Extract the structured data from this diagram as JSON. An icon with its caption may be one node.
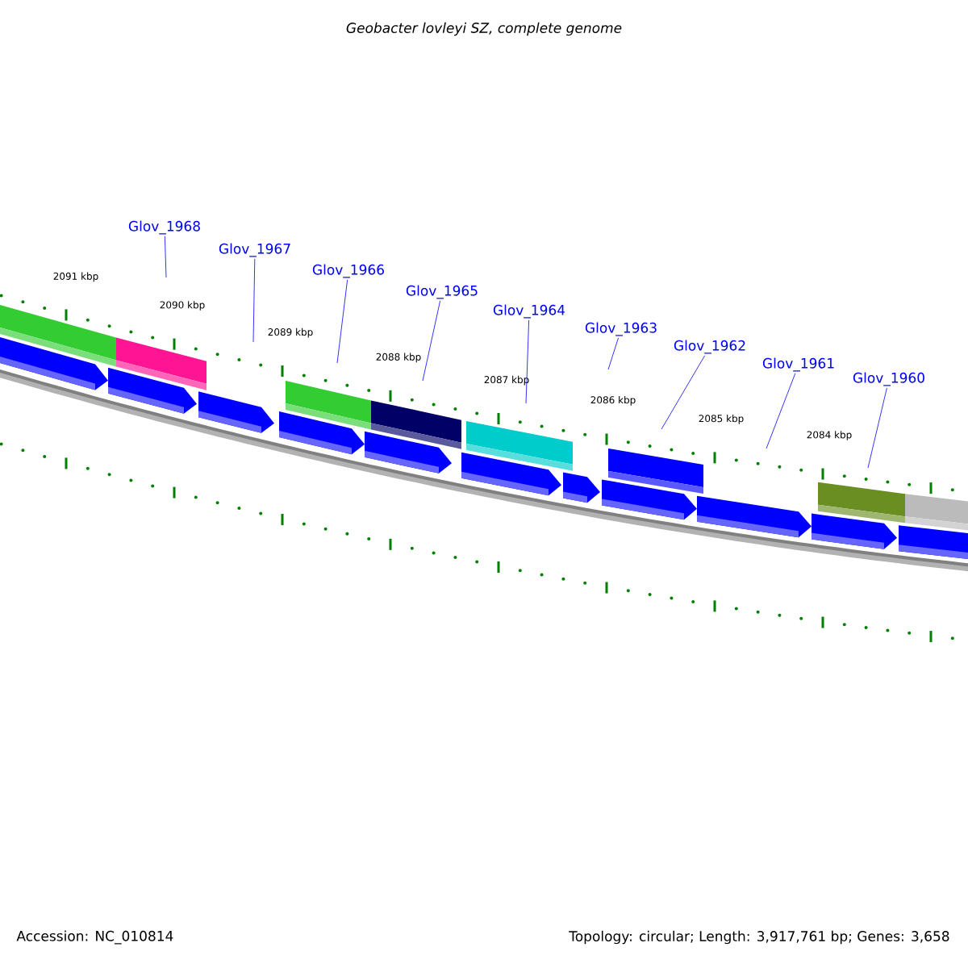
{
  "diagram": {
    "title": "Geobacter lovleyi SZ, complete genome",
    "nodes": [
      {
        "text": [
          "Glov_1968"
        ]
      },
      {
        "text": [
          "Glov_1967"
        ]
      },
      {
        "text": [
          "Glov_1966"
        ]
      },
      {
        "text": [
          "Glov_1965"
        ]
      },
      {
        "text": [
          "Glov_1964"
        ]
      },
      {
        "text": [
          "Glov_1963"
        ]
      },
      {
        "text": [
          "Glov_1962"
        ]
      },
      {
        "text": [
          "Glov_1961"
        ]
      },
      {
        "text": [
          "Glov_1960"
        ]
      }
    ],
    "edges": [
      {
        "from": 0,
        "to": null,
        "arrow": "none"
      },
      {
        "from": 1,
        "to": null,
        "arrow": "none"
      },
      {
        "from": 2,
        "to": null,
        "arrow": "none"
      },
      {
        "from": 3,
        "to": null,
        "arrow": "none"
      },
      {
        "from": 4,
        "to": null,
        "arrow": "none"
      },
      {
        "from": 5,
        "to": null,
        "arrow": "none"
      },
      {
        "from": 6,
        "to": null,
        "arrow": "none"
      },
      {
        "from": 7,
        "to": null,
        "arrow": "none"
      },
      {
        "from": 8,
        "to": null,
        "arrow": "none"
      }
    ],
    "labels": [
      "2091 kbp",
      "2090 kbp",
      "2089 kbp",
      "2088 kbp",
      "2087 kbp",
      "2086 kbp",
      "2085 kbp",
      "2084 kbp",
      "Accession: NC_010814",
      "Topology: circular; Length: 3,917,761 bp; Genes: 3,658"
    ]
  }
}
